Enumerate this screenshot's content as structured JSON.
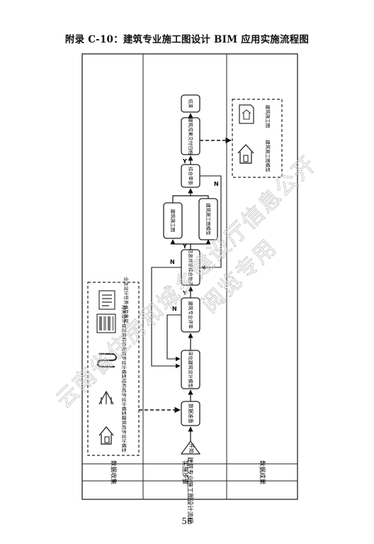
{
  "title": "附录 C-10：建筑专业施工图设计 BIM 应用实施流程图",
  "page_number": "55",
  "flow_title": "建筑专业施工图设计流程",
  "lanes": {
    "data_collection": "数据收集",
    "steps": "实施步骤",
    "results": "数据成果"
  },
  "inputs": [
    {
      "label": "建筑初步设计模型",
      "icon": "house-model-icon"
    },
    {
      "label": "结构初步设计模型",
      "icon": "structure-model-icon"
    },
    {
      "label": "机电初步设计模型",
      "icon": "mep-model-icon"
    },
    {
      "label": "相关设计规范资料",
      "icon": "spec-docs-icon"
    },
    {
      "label": "业主设计任务书及意见",
      "icon": "owner-brief-icon"
    }
  ],
  "steps": {
    "start": "开始",
    "data_prep": "数据准备",
    "deepen_model": "深化建筑设计模型",
    "review": "建筑专业评审",
    "coordination": "信息共享综合协调",
    "drawings": "建筑施工图",
    "model": "建筑施工图模型",
    "combined_review": "综合审查",
    "deliverables": "建筑成果交付归档",
    "end": "结束"
  },
  "decisions": {
    "yes": "Y",
    "no": "N"
  },
  "outputs": [
    {
      "label": "建筑施工图",
      "icon": "drawing-icon"
    },
    {
      "label": "建筑施工图模型",
      "icon": "house-model-icon"
    }
  ],
  "watermark": {
    "line1": "云南省住房和城乡建设厅信息公开",
    "line2": "阅览专用"
  }
}
